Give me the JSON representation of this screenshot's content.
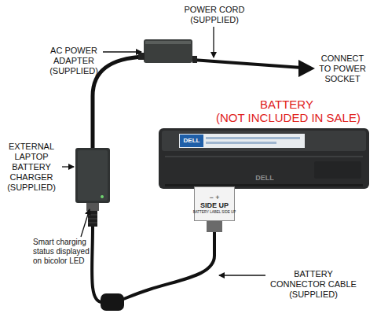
{
  "diagram": {
    "nodes": [
      {
        "text": [
          "− +",
          "SIDE UP",
          "BATTERY LABEL SIDE UP"
        ]
      }
    ],
    "labels": [
      "POWER CORD (SUPPLIED)",
      "AC POWER ADAPTER (SUPPLIED)",
      "CONNECT TO POWER SOCKET",
      "BATTERY",
      "(NOT INCLUDED IN SALE)",
      "DELL",
      "DELL",
      "EXTERNAL LAPTOP BATTERY CHARGER (SUPPLIED)",
      "Smart charging status displayed on bicolor LED",
      "BATTERY CONNECTOR CABLE (SUPPLIED)"
    ]
  }
}
